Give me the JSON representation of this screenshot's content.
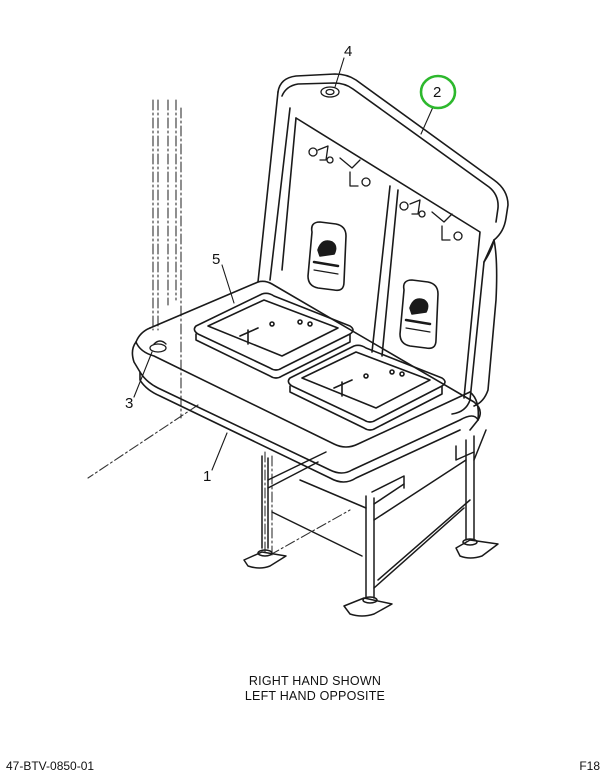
{
  "callouts": [
    {
      "id": "1",
      "label": "1"
    },
    {
      "id": "2",
      "label": "2"
    },
    {
      "id": "3",
      "label": "3"
    },
    {
      "id": "4",
      "label": "4"
    },
    {
      "id": "5",
      "label": "5"
    }
  ],
  "highlight_color": "#2db82d",
  "caption": {
    "line1": "RIGHT HAND SHOWN",
    "line2": "LEFT HAND OPPOSITE"
  },
  "footer": {
    "drawing_number": "47-BTV-0850-01",
    "figure_ref": "F18"
  }
}
